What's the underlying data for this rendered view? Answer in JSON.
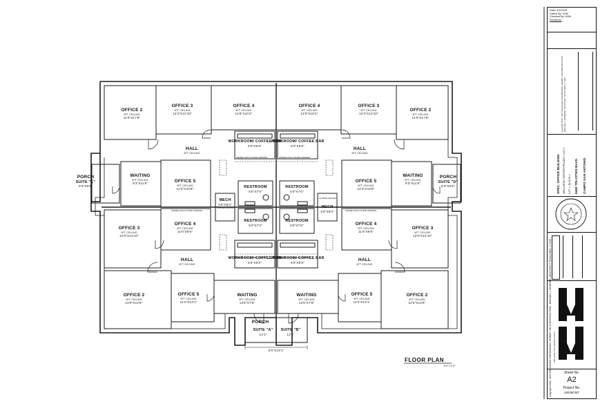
{
  "revision_block": {
    "date_label": "Date:",
    "date_value": "6/1/2018",
    "drawn_by_label": "Drawn By:",
    "drawn_by_value": "MJM",
    "checked_by_label": "Checked By:",
    "checked_by_value": "MJM",
    "revisions_label": "Revisions:"
  },
  "project": {
    "line1": "SPEC. OFFICE BUILDING",
    "line2": "WELLNESS CENTER PROJECT LOT 1",
    "line3": "LOT 1, BLOCK 1",
    "address": "8460 TRI-CITIES BLVD.",
    "city": "CAMPO SAN ANTONIO"
  },
  "disclaimer": "copyright 2018 - NOT RELEASED FOR BIDDING, PERMIT, OR CONSTRUCTION. MICHAEL J. MCBRIDE, ARCHITECT TEXAS REG. # 7109",
  "firm": {
    "name": "M|M",
    "caption": "ARCHITECTS & CONSULTANTS"
  },
  "sheet": {
    "sheet_label": "Sheet No.",
    "sheet_no": "A2",
    "project_label": "Project No.",
    "project_no": "18038CMT"
  },
  "drawing": {
    "title": "FLOOR PLAN",
    "scale": "1/4\"=1'0\"",
    "copyright_strip": "copyright 2018 - NOT RELEASED FOR BIDDING, PERMIT, OR CONSTRUCTION - MICHAEL J. MCBRIDE, ARCHITECT TEXAS REG. # 7109"
  },
  "rooms": {
    "office2_tl": {
      "name": "OFFICE 2",
      "sub": "9FT CEILING",
      "dim": "11'0\"X17'8\""
    },
    "office3_tl": {
      "name": "OFFICE 3",
      "sub": "9FT CEILING",
      "dim": "12'3\"X12'10\""
    },
    "office4_tl": {
      "name": "OFFICE 4",
      "sub": "9FT CEILING",
      "dim": "14'9\"X10'4\""
    },
    "office4_tr": {
      "name": "OFFICE 4",
      "sub": "9FT CEILING",
      "dim": "14'9\"X10'4\""
    },
    "office3_tr": {
      "name": "OFFICE 3",
      "sub": "9FT CEILING",
      "dim": "12'3\"X12'10\""
    },
    "office2_tr": {
      "name": "OFFICE 2",
      "sub": "9FT CEILING",
      "dim": "11'0\"X17'8\""
    },
    "workroom_top_l": {
      "name": "WORKROOM/ COFFEE BAR",
      "dim": "5'0\"X5'8\""
    },
    "workroom_top_r": {
      "name": "WORKROOM/ COFFEE BAR",
      "dim": "5'0\"X5'8\""
    },
    "hall_tl": {
      "name": "HALL",
      "sub": "9FT CEILING"
    },
    "hall_tr": {
      "name": "HALL",
      "sub": "9FT CEILING"
    },
    "waiting_l": {
      "name": "WAITING",
      "sub": "9FT CEILING",
      "dim": "9'3\"X11'8\""
    },
    "waiting_r": {
      "name": "WAITING",
      "sub": "9FT CEILING",
      "dim": "9'3\"X11'8\""
    },
    "office5_ml": {
      "name": "OFFICE 5",
      "sub": "9FT CEILING",
      "dim": "12'3\"X10'8\""
    },
    "office5_mr": {
      "name": "OFFICE 5",
      "sub": "9FT CEILING",
      "dim": "12'3\"X10'8\""
    },
    "porch_l": {
      "name": "PORCH",
      "suite": "SUITE \"C\"",
      "dim": "5'0\"X5'8\""
    },
    "porch_r": {
      "name": "PORCH",
      "suite": "SUITE \"D\"",
      "dim": "5'0\"X5'8\""
    },
    "restroom_ul": {
      "name": "RESTROOM",
      "dim": "5'0\"X7'0\""
    },
    "restroom_ur": {
      "name": "RESTROOM",
      "dim": "5'0\"X7'0\""
    },
    "restroom_ll": {
      "name": "RESTROOM",
      "dim": "5'0\"X7'0\""
    },
    "restroom_lr": {
      "name": "RESTROOM",
      "dim": "5'0\"X7'0\""
    },
    "mech_l": {
      "name": "MECH",
      "dim": "3'0\"X5'0\""
    },
    "mech_r": {
      "name": "MECH",
      "dim": "3'0\"X5'0\""
    },
    "office3_bl": {
      "name": "OFFICE 3",
      "sub": "9FT CEILING",
      "dim": "12'0\"X14'10\""
    },
    "office4_bl": {
      "name": "OFFICE 4",
      "sub": "9FT CEILING",
      "dim": "11'5\"X9'6\""
    },
    "office4_br": {
      "name": "OFFICE 4",
      "sub": "9FT CEILING",
      "dim": "11'5\"X9'6\""
    },
    "office3_br": {
      "name": "OFFICE 3",
      "sub": "9FT CEILING",
      "dim": "12'0\"X14'10\""
    },
    "workroom_bot_l": {
      "name": "WORKROOM/ COFFEE BAR",
      "dim": "5'0\"X5'8\""
    },
    "workroom_bot_r": {
      "name": "WORKROOM/ COFFEE BAR",
      "dim": "5'0\"X5'8\""
    },
    "hall_bl": {
      "name": "HALL",
      "sub": "9FT CEILING"
    },
    "hall_br": {
      "name": "HALL",
      "sub": "9FT CEILING"
    },
    "office2_bl": {
      "name": "OFFICE 2",
      "sub": "9FT CEILING",
      "dim": "14'5\"X14'8\""
    },
    "office5_bl": {
      "name": "OFFICE 5",
      "sub": "9FT CEILING",
      "dim": "11'2\"X13'1\""
    },
    "waiting_bl": {
      "name": "WAITING",
      "sub": "9FT CEILING",
      "dim": "13'5\"X7'6\""
    },
    "waiting_br": {
      "name": "WAITING",
      "sub": "9FT CEILING",
      "dim": "13'5\"X7'6\""
    },
    "office5_br": {
      "name": "OFFICE 5",
      "sub": "9FT CEILING",
      "dim": "11'2\"X13'1\""
    },
    "office2_br": {
      "name": "OFFICE 2",
      "sub": "9FT CEILING",
      "dim": "14'5\"X14'8\""
    },
    "porch_bottom": {
      "name": "PORCH",
      "suite_a": "SUITE \"A\"",
      "suite_b": "SUITE \"B\"",
      "dim_a": "12'1\"",
      "dim_b": "12'1\"",
      "overall": "5'0\"X13'1\""
    }
  },
  "notes": {
    "future_opening": "FRAME FOR FUTURE OPENING",
    "sloped_mech": "SLOPED CEILING"
  }
}
